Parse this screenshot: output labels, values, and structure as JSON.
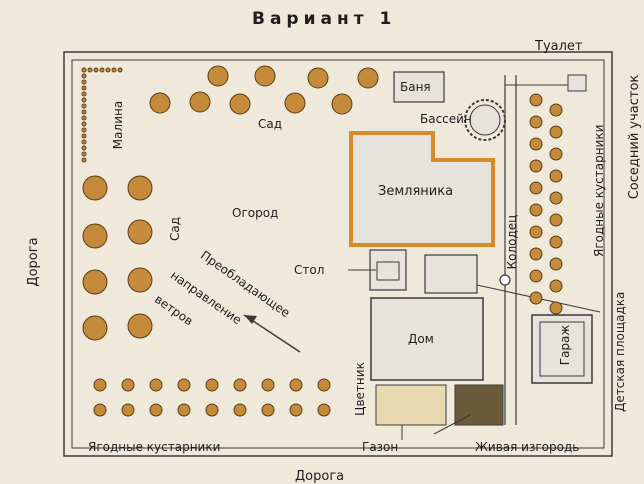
{
  "title": "Вариант 1",
  "labels": {
    "toilet": "Туалет",
    "neighbor": "Соседний участок",
    "road_left": "Дорога",
    "road_bottom": "Дорога",
    "raspberry": "Малина",
    "bath": "Баня",
    "pool": "Бассейн",
    "garden_top": "Сад",
    "garden_left": "Сад",
    "strawberry": "Земляника",
    "vegetable": "Огород",
    "well": "Колодец",
    "berry_right": "Ягодные кустарники",
    "playground": "Детская площадка",
    "table": "Стол",
    "house": "Дом",
    "garage": "Гараж",
    "wind_1": "Преобладающее",
    "wind_2": "направление",
    "wind_3": "ветров",
    "flowerbed": "Цветник",
    "lawn": "Газон",
    "hedge": "Живая изгородь",
    "berry_bottom": "Ягодные кустарники"
  },
  "colors": {
    "paper": "#efe9dc",
    "line": "#3a3a3a",
    "strawberry_border": "#d98a2b",
    "bush": "#c58a3a",
    "building": "#e6e3dc"
  }
}
